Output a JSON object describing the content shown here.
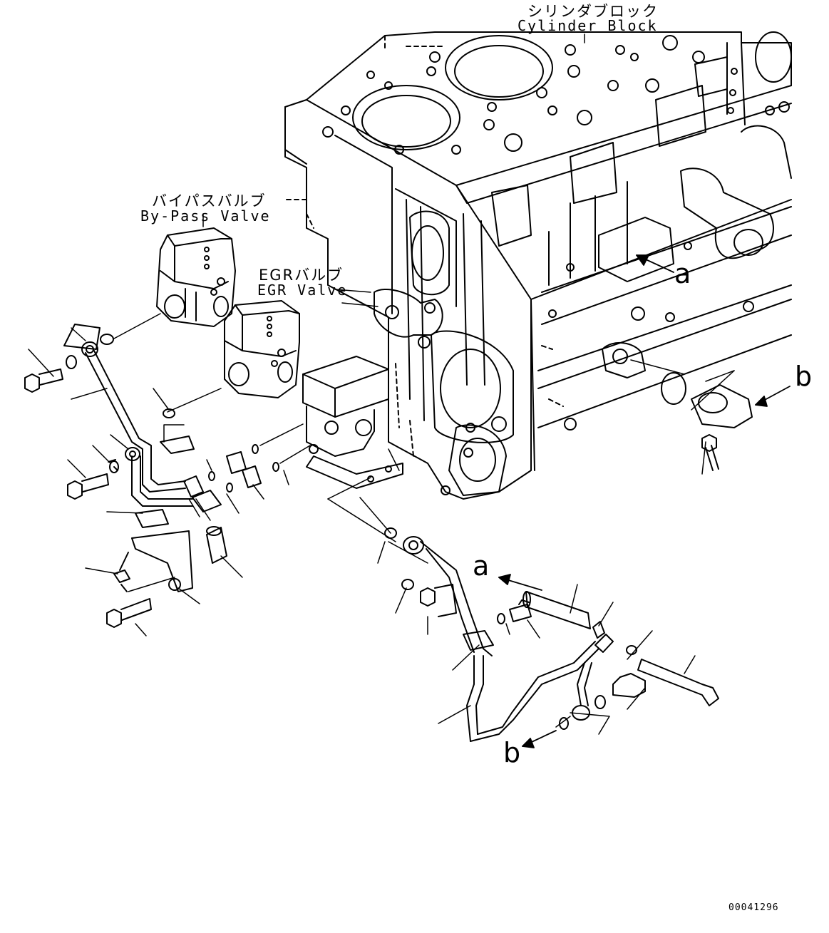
{
  "labels": {
    "cylinder_block_ja": "シリンダブロック",
    "cylinder_block_en": "Cylinder Block",
    "bypass_valve_ja": "バイパスバルブ",
    "bypass_valve_en": "By-Pass Valve",
    "egr_valve_ja": "EGRバルブ",
    "egr_valve_en": "EGR Valve",
    "ref_a1": "a",
    "ref_b1": "b",
    "ref_a2": "a",
    "ref_b2": "b",
    "drawing_number": "00041296"
  },
  "colors": {
    "ink": "#000000",
    "paper": "#ffffff"
  }
}
